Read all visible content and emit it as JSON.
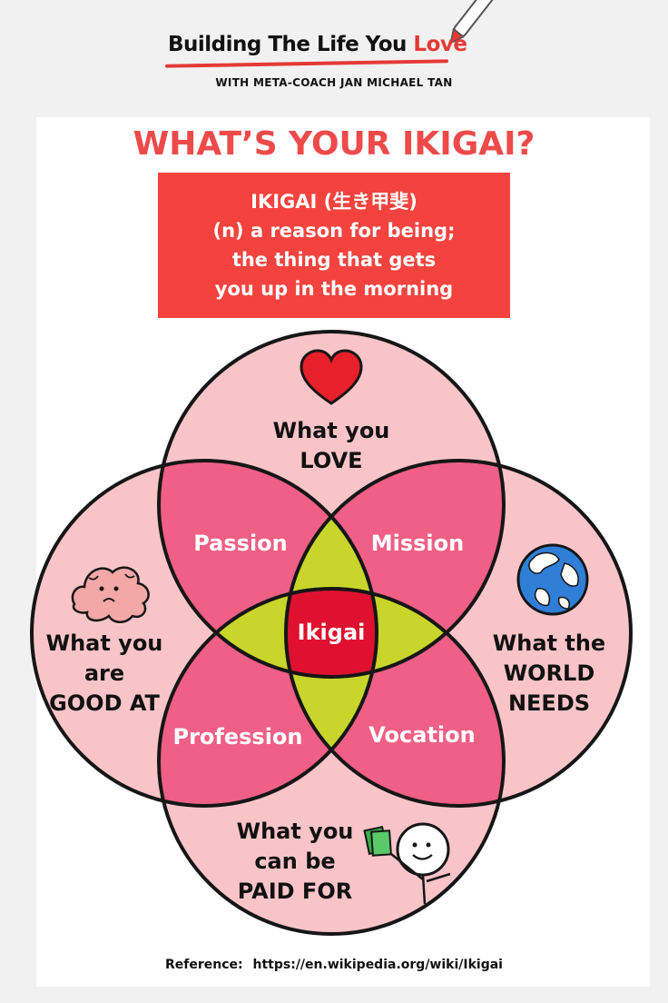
{
  "header": {
    "brand_title_main": "Building The Life You ",
    "brand_title_accent": "Love",
    "subtitle": "WITH META-COACH JAN MICHAEL TAN"
  },
  "title": "WHAT’S YOUR IKIGAI?",
  "definition": {
    "line1": "IKIGAI (生き甲斐)",
    "line2": "(n) a reason for being;",
    "line3": "the thing that gets",
    "line4": "you up in the morning"
  },
  "circles": {
    "love": {
      "line1": "What you",
      "line2": "LOVE",
      "icon": "heart-icon"
    },
    "good_at": {
      "line1": "What you",
      "line2": "are",
      "line3": "GOOD AT",
      "icon": "brain-icon"
    },
    "world": {
      "line1": "What the",
      "line2": "WORLD",
      "line3": "NEEDS",
      "icon": "globe-icon"
    },
    "paid": {
      "line1": "What you",
      "line2": "can be",
      "line3": "PAID FOR",
      "icon": "smiley-with-money-icon"
    }
  },
  "overlaps": {
    "passion": "Passion",
    "mission": "Mission",
    "profession": "Profession",
    "vocation": "Vocation",
    "center": "Ikigai"
  },
  "colors": {
    "accent_red": "#f4433e",
    "title_red": "#ef4a4a",
    "circle_pink": "#f9c4c8",
    "overlap_pink": "#ef5f86",
    "triple_green": "#c8d52a",
    "center_red": "#e0112f"
  },
  "reference": {
    "label": "Reference:",
    "url": "https://en.wikipedia.org/wiki/Ikigai"
  }
}
